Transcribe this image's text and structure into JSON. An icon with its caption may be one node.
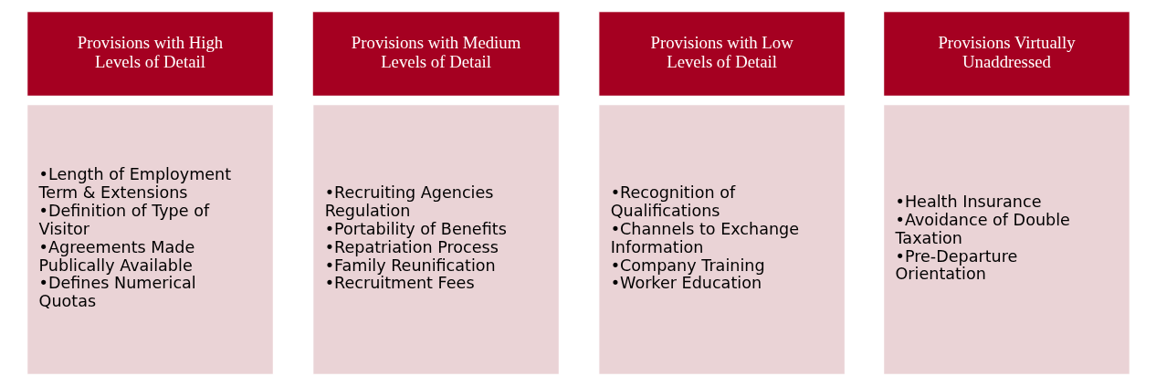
{
  "diagram": {
    "nodes": [
      {
        "text": [
          "Provisions with High Levels of Detail"
        ]
      },
      {
        "text": [
          "•Length of Employment Term & Extensions",
          "•Definition of Type of Visitor",
          "•Agreements Made Publically Available",
          "•Defines Numerical Quotas"
        ]
      },
      {
        "text": [
          "Provisions with Medium Levels of Detail"
        ]
      },
      {
        "text": [
          "•Recruiting Agencies Regulation",
          "•Portability of Benefits",
          "•Repatriation Process",
          "•Family Reunification",
          "•Recruitment Fees"
        ]
      },
      {
        "text": [
          "Provisions with Low Levels of Detail"
        ]
      },
      {
        "text": [
          "•Recognition of Qualifications",
          "•Channels to Exchange Information",
          "•Company Training",
          "•Worker Education"
        ]
      },
      {
        "text": [
          "Provisions Virtually Unaddressed"
        ]
      },
      {
        "text": [
          "•Health Insurance",
          "•Avoidance of Double Taxation",
          "•Pre-Departure Orientation"
        ]
      }
    ],
    "edges": []
  }
}
